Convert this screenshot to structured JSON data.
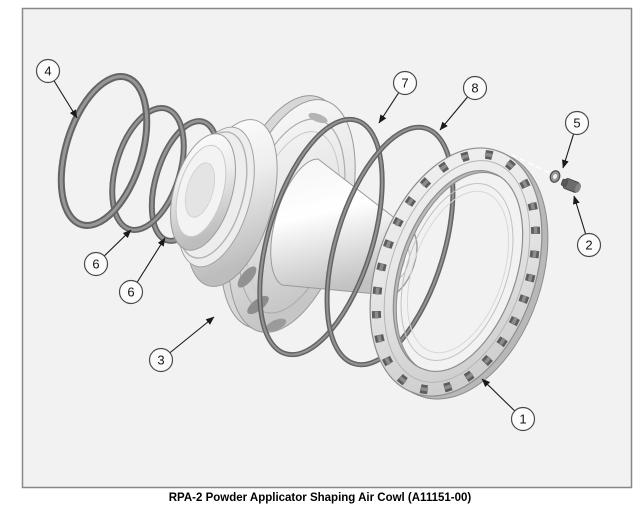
{
  "caption": "RPA-2 Powder Applicator Shaping Air Cowl (A11151-00)",
  "callouts": {
    "c1": {
      "label": "1"
    },
    "c2": {
      "label": "2"
    },
    "c3": {
      "label": "3"
    },
    "c4": {
      "label": "4"
    },
    "c5": {
      "label": "5"
    },
    "c6a": {
      "label": "6"
    },
    "c6b": {
      "label": "6"
    },
    "c7": {
      "label": "7"
    },
    "c8": {
      "label": "8"
    }
  },
  "colors": {
    "drawing_background": "#f2f2f2",
    "frame_border": "#878787",
    "o_ring": "#6e6e6e",
    "metal_light": "#f7f7f7",
    "metal_dark": "#bdbdbd",
    "stud": "#5d5d5d",
    "callout_line": "#1a1a1a"
  }
}
